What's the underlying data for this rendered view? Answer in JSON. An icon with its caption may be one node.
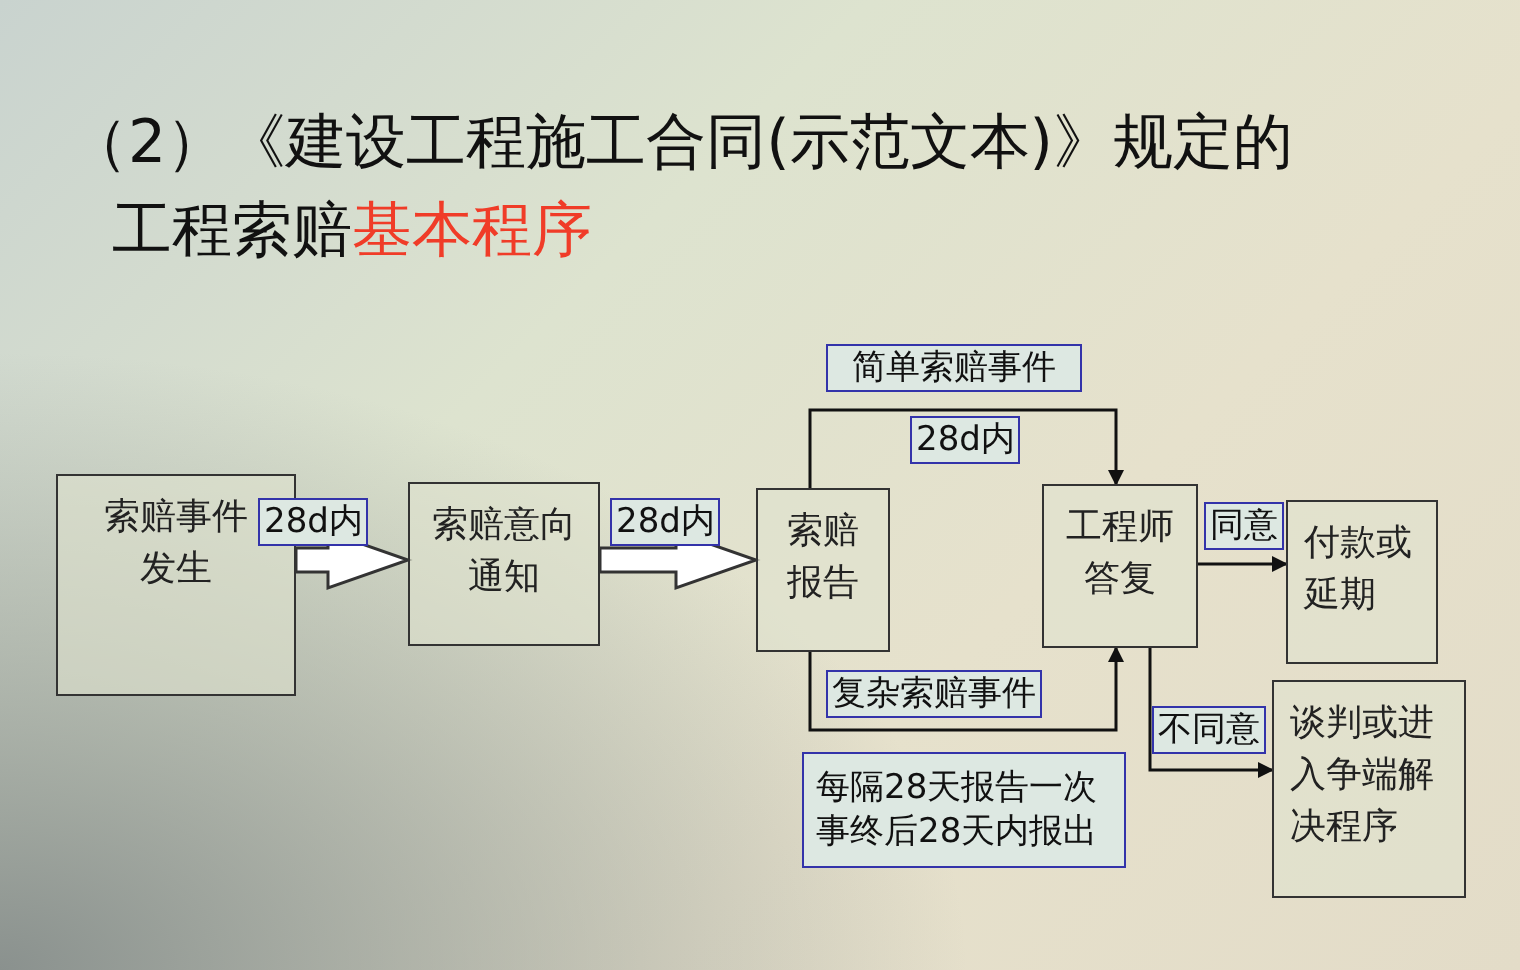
{
  "diagram": {
    "title": "（2）《建设工程施工合同(示范文本)》规定的工程索赔**基本程序**",
    "nodes": [
      {
        "text": [
          "索赔事件发生"
        ]
      },
      {
        "text": [
          "索赔意向通知"
        ]
      },
      {
        "text": [
          "索赔报告"
        ]
      },
      {
        "text": [
          "工程师答复"
        ]
      },
      {
        "text": [
          "付款或延期"
        ]
      },
      {
        "text": [
          "谈判或进入争端解决程序"
        ]
      }
    ],
    "edges": [
      {
        "from": 0,
        "to": 1,
        "arrow": "to",
        "label": "28d内",
        "style": "thick"
      },
      {
        "from": 1,
        "to": 2,
        "arrow": "to",
        "label": "28d内",
        "style": "thick"
      },
      {
        "from": 2,
        "to": 3,
        "arrow": "to",
        "label": "28d内"
      },
      {
        "from": 2,
        "to": 3,
        "arrow": "to",
        "label": "复杂索赔事件"
      },
      {
        "from": 3,
        "to": 4,
        "arrow": "to",
        "label": "同意"
      },
      {
        "from": 3,
        "to": 5,
        "arrow": "to",
        "label": "不同意"
      }
    ],
    "labels": [
      "简单索赔事件",
      "每隔28天报告一次事终后28天内报出"
    ]
  }
}
